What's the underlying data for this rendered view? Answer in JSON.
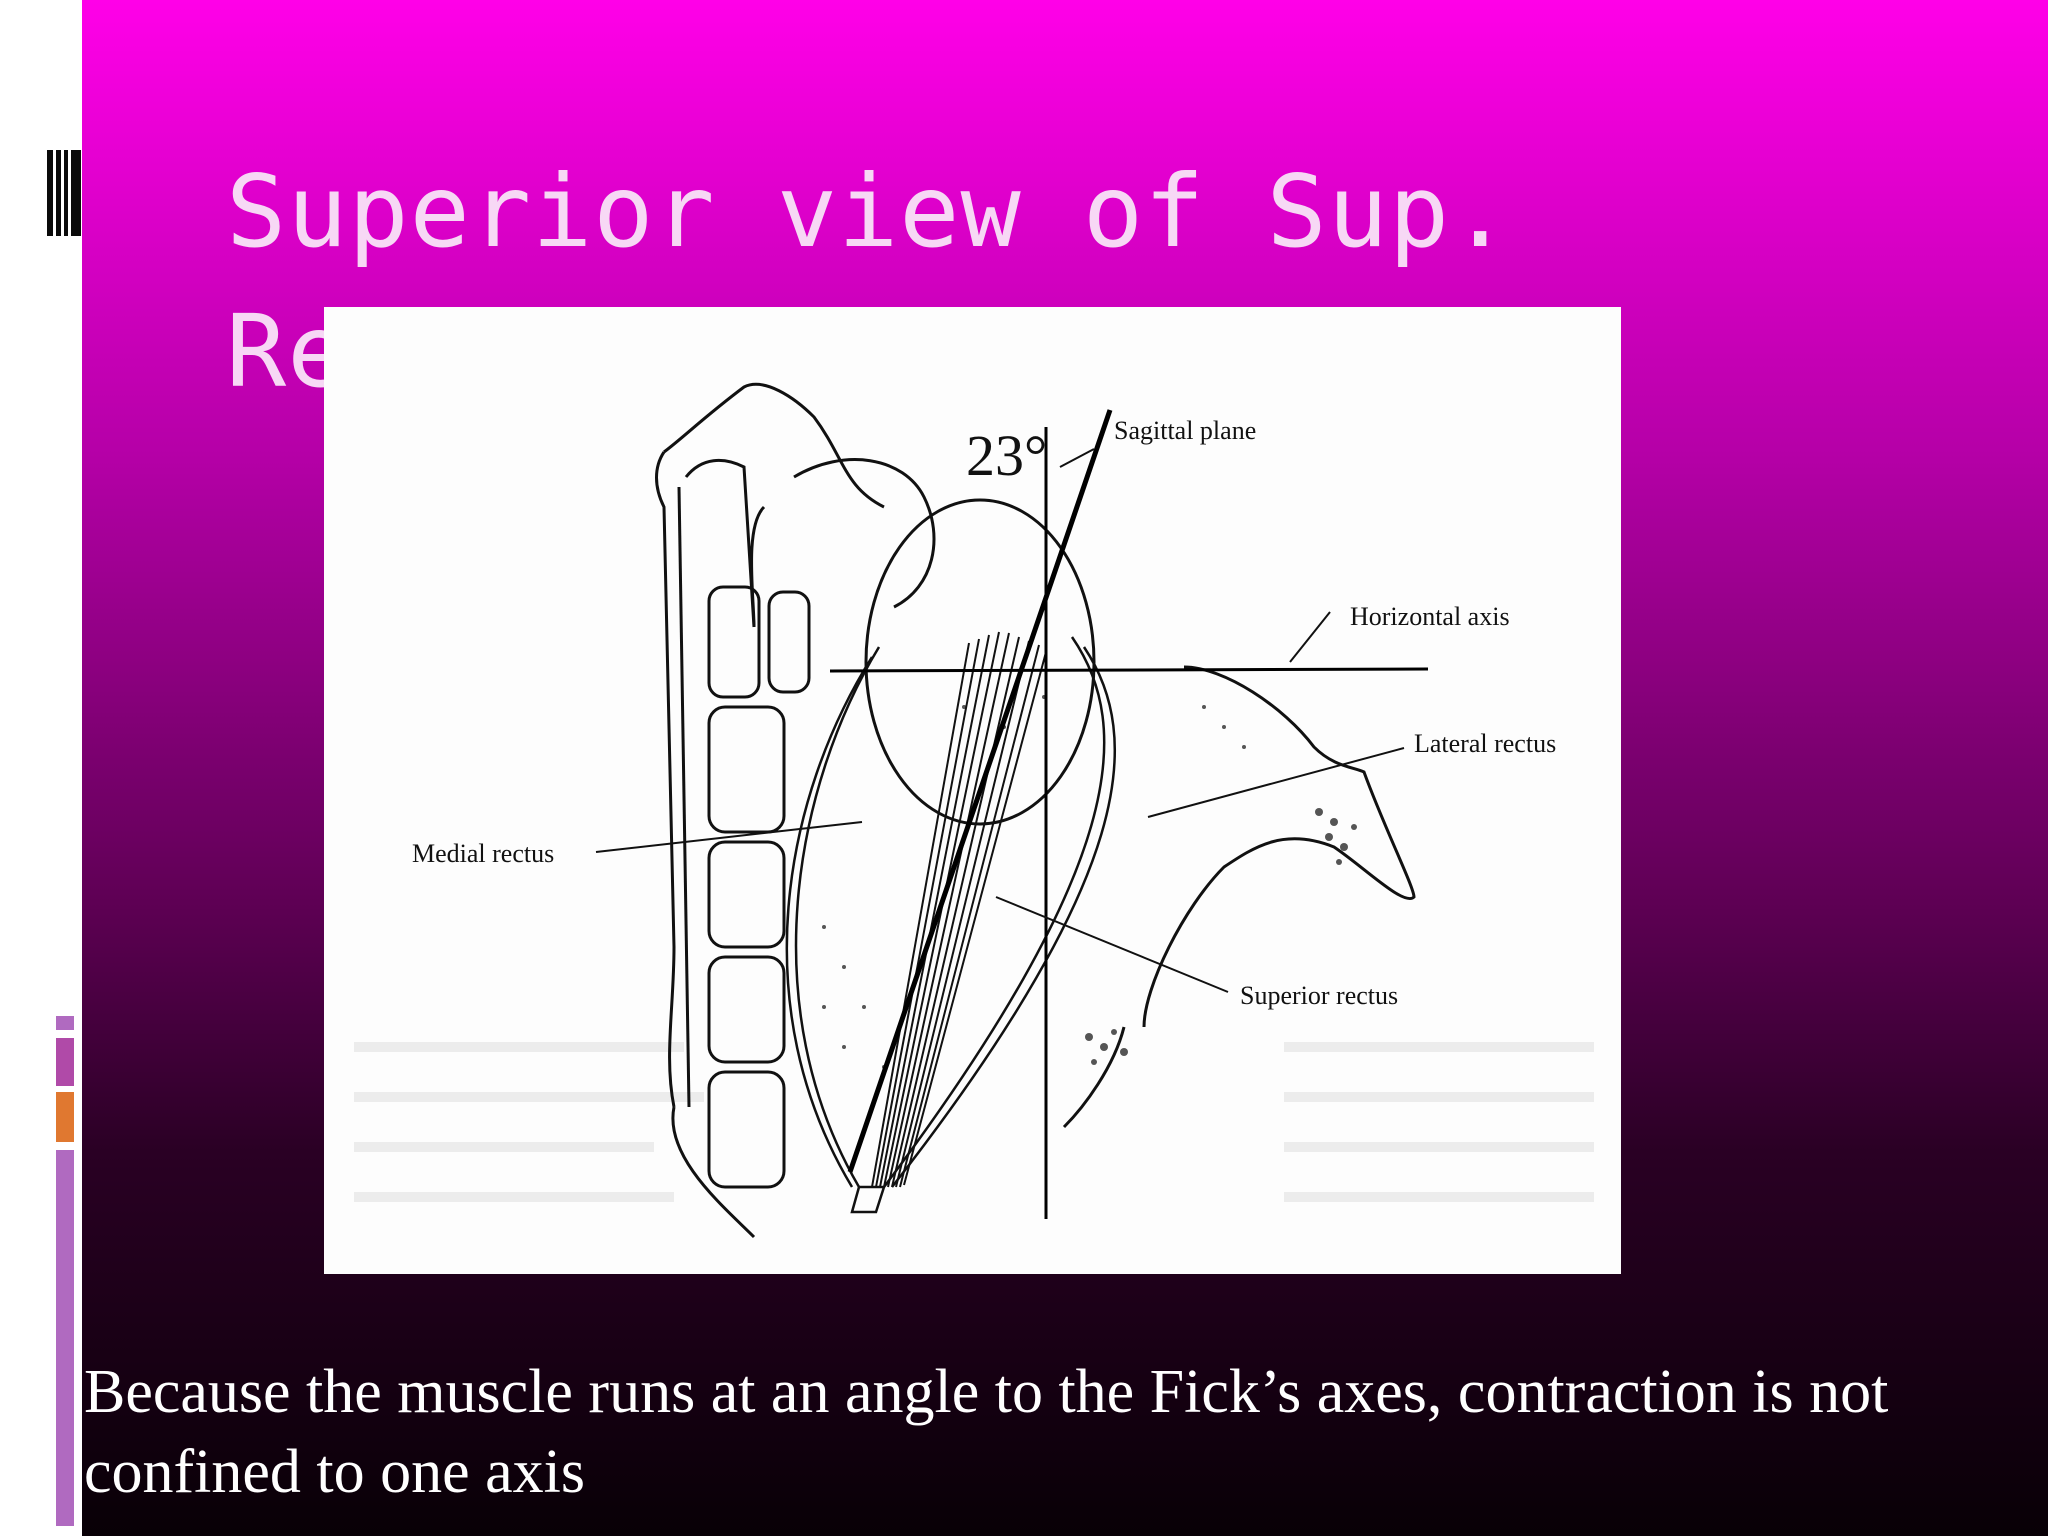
{
  "slide": {
    "title": "Superior view of Sup. Rectus",
    "caption": "Because the muscle runs at an angle to the Fick’s axes, contraction is not confined to one axis"
  },
  "figure": {
    "angle_label": "23°",
    "labels": {
      "sagittal_plane": "Sagittal plane",
      "horizontal_axis": "Horizontal axis",
      "lateral_rectus": "Lateral rectus",
      "medial_rectus": "Medial rectus",
      "superior_rectus": "Superior rectus"
    }
  },
  "colors": {
    "gradient_top": "#ff00e8",
    "gradient_bottom": "#080006",
    "title_text": "#f7d8f5",
    "caption_text": "#ffffff"
  }
}
